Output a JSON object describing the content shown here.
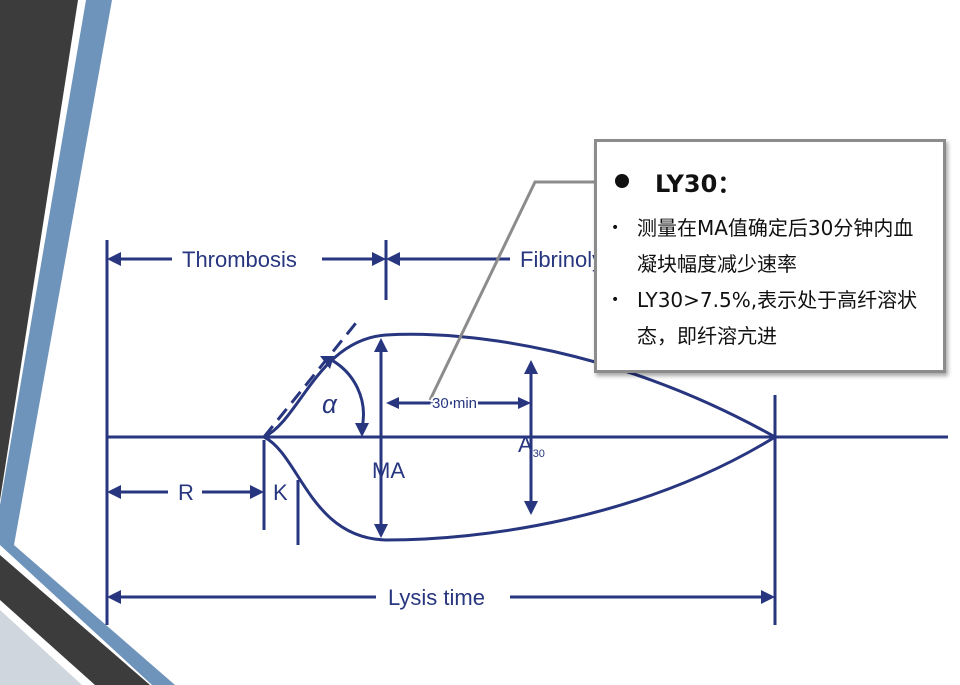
{
  "colors": {
    "diagram": "#27367f",
    "callout_border": "#8c8c8c",
    "deco_dark": "#3c3c3c",
    "deco_blue": "#6f94bb"
  },
  "labels": {
    "thrombosis": "Thrombosis",
    "fibrinolysis": "Fibrinolysis",
    "alpha": "α",
    "thirty_min": "30 min",
    "ma": "MA",
    "a30_main": "A",
    "a30_sub": "30",
    "r": "R",
    "k": "K",
    "lysis_time": "Lysis time"
  },
  "callout": {
    "title": "LY30：",
    "items": [
      "测量在MA值确定后30分钟内血凝块幅度减少速率",
      "LY30>7.5%,表示处于高纤溶状态，即纤溶亢进"
    ]
  }
}
